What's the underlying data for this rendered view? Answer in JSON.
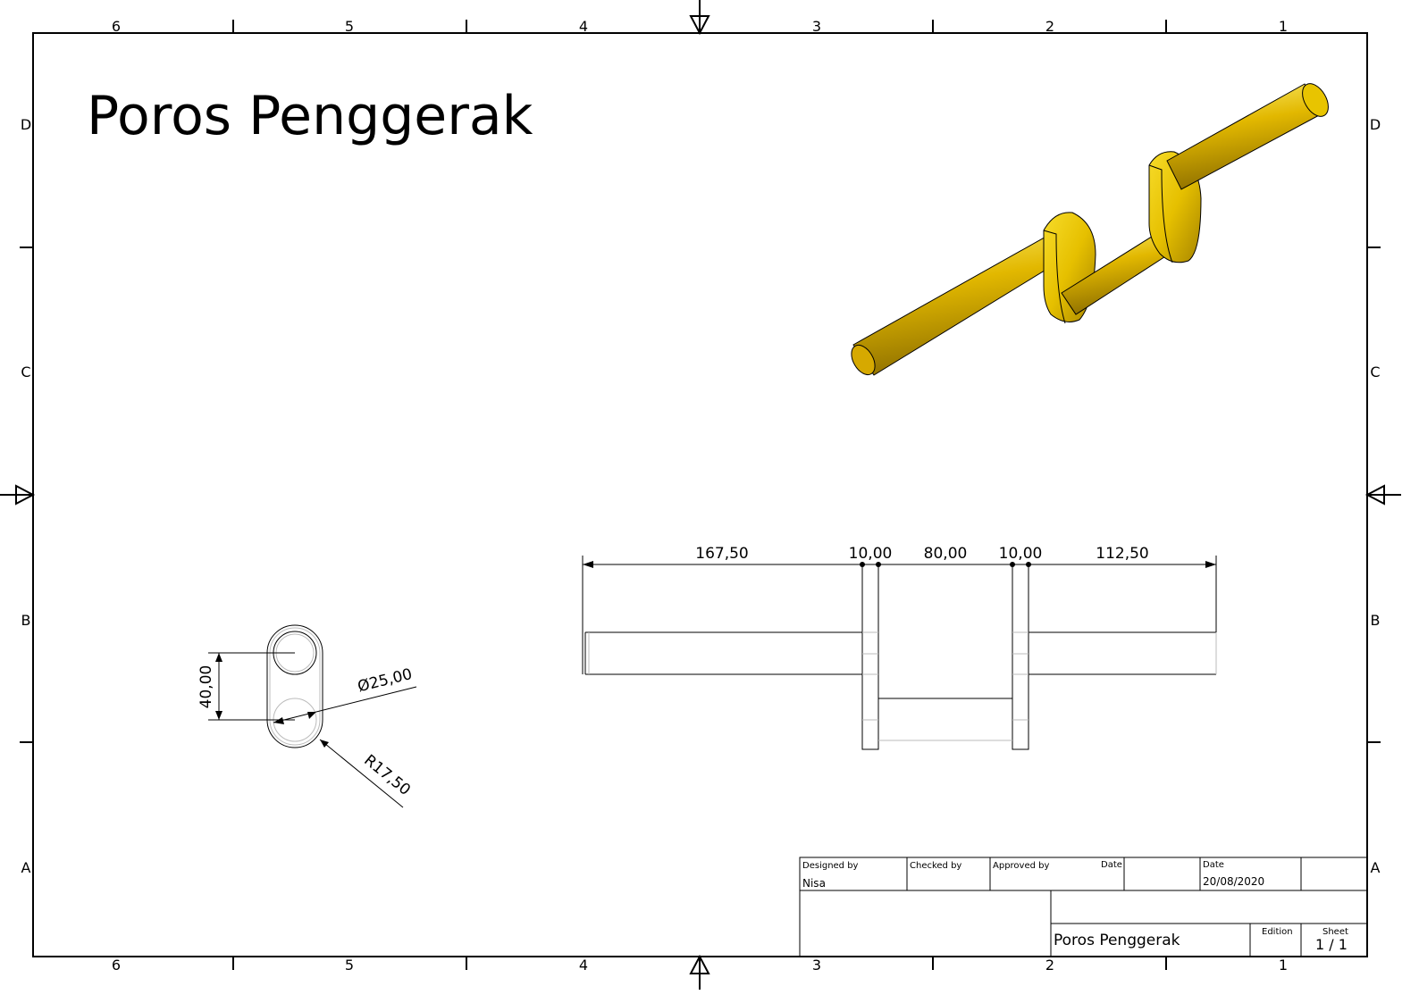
{
  "title": "Poros Penggerak",
  "zones": {
    "columns": [
      "6",
      "5",
      "4",
      "3",
      "2",
      "1"
    ],
    "rows": [
      "D",
      "C",
      "B",
      "A"
    ]
  },
  "dimensions": {
    "front": [
      "167,50",
      "10,00",
      "80,00",
      "10,00",
      "112,50"
    ],
    "side_height": "40,00",
    "side_diameter": "Ø25,00",
    "side_radius": "R17,50"
  },
  "title_block": {
    "designed_by_label": "Designed by",
    "designed_by": "Nisa",
    "checked_by_label": "Checked by",
    "approved_by_label": "Approved by",
    "date_label_1": "Date",
    "date_label_2": "Date",
    "date": "20/08/2020",
    "part_title": "Poros Penggerak",
    "edition_label": "Edition",
    "sheet_label": "Sheet",
    "sheet_value": "1 / 1"
  },
  "colors": {
    "shaft_gold": "#e2b800",
    "shaft_light": "#fff27a",
    "shaft_dark": "#9a7a00",
    "line": "#000000"
  }
}
